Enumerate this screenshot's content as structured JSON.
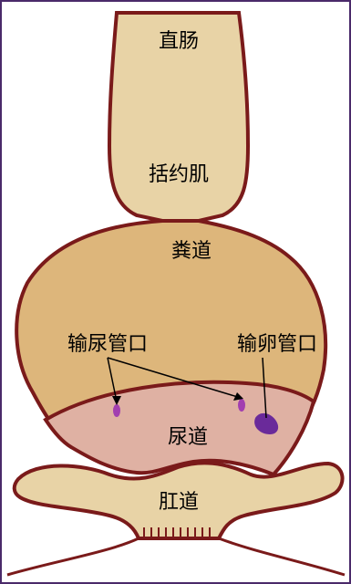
{
  "labels": {
    "rectum": "直肠",
    "sphincter": "括约肌",
    "coprodeum": "粪道",
    "ureter_opening": "输尿管口",
    "oviduct_opening": "输卵管口",
    "urodeum": "尿道",
    "proctodeum": "肛道"
  },
  "colors": {
    "outline": "#7a1a1a",
    "rectum_fill": "#e8d3a6",
    "coprodeum_fill": "#ddb67b",
    "urodeum_fill": "#dfb1a3",
    "proctodeum_fill": "#e8d3a6",
    "ureter_mark": "#a23fb0",
    "oviduct_mark": "#6a2a9a",
    "frame": "#4a2a6a"
  }
}
